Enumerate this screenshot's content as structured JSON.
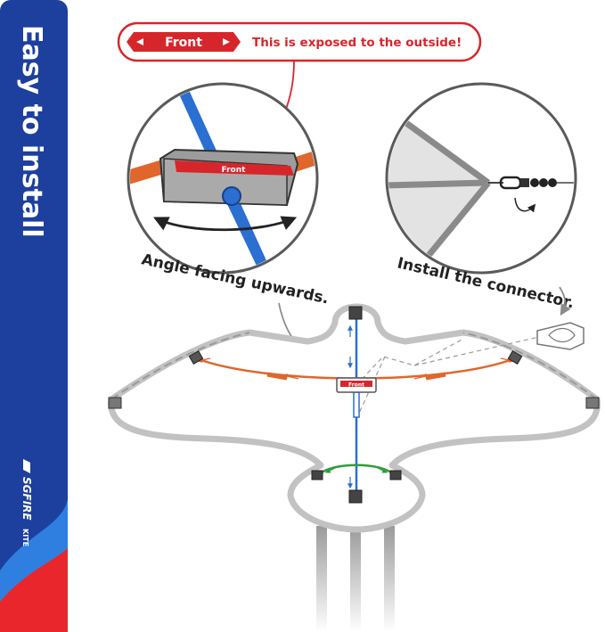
{
  "banner": {
    "title": "Easy to install",
    "brand_name": "SGFIRE",
    "brand_sub": "KITE",
    "bg_color": "#1d3f9e",
    "accent_color": "#e8262b"
  },
  "callout": {
    "tag_label": "Front",
    "message": "This is exposed to the outside!",
    "color": "#d7262b"
  },
  "detail_left": {
    "caption": "Angle facing upwards.",
    "tag_label": "Front"
  },
  "detail_right": {
    "caption": "Install the connector."
  },
  "center_tag": {
    "label": "Front"
  },
  "colors": {
    "frame_outline": "#bdbdbd",
    "spar_blue": "#2a6fd1",
    "spar_orange": "#e0662c",
    "spar_green": "#2e9c3a",
    "arrow_gray": "#8c8c8c"
  }
}
